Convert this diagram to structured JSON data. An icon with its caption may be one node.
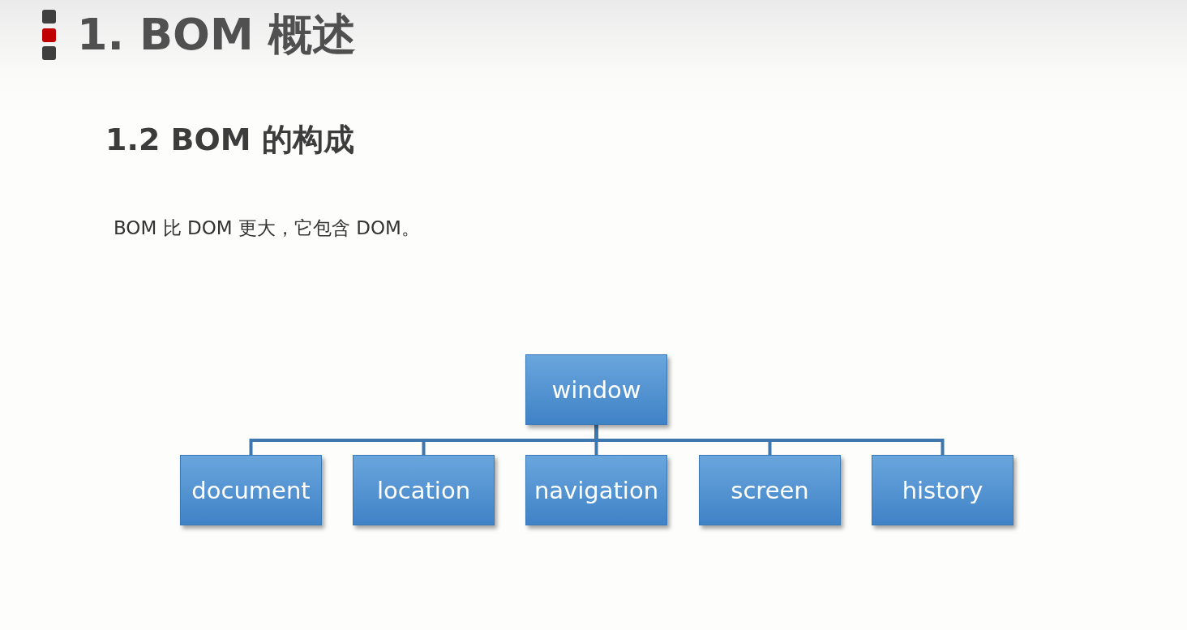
{
  "diagram": {
    "title": "1. BOM 概述",
    "nodes": [
      {
        "text": [
          "window"
        ]
      },
      {
        "text": [
          "document"
        ]
      },
      {
        "text": [
          "location"
        ]
      },
      {
        "text": [
          "navigation"
        ]
      },
      {
        "text": [
          "screen"
        ]
      },
      {
        "text": [
          "history"
        ]
      }
    ],
    "edges": [
      {
        "from": 0,
        "to": 1,
        "arrow": "none"
      },
      {
        "from": 0,
        "to": 2,
        "arrow": "none"
      },
      {
        "from": 0,
        "to": 3,
        "arrow": "none"
      },
      {
        "from": 0,
        "to": 4,
        "arrow": "none"
      },
      {
        "from": 0,
        "to": 5,
        "arrow": "none"
      }
    ],
    "labels": [
      "1.2 BOM 的构成",
      "BOM 比 DOM 更大，它包含 DOM。"
    ]
  }
}
